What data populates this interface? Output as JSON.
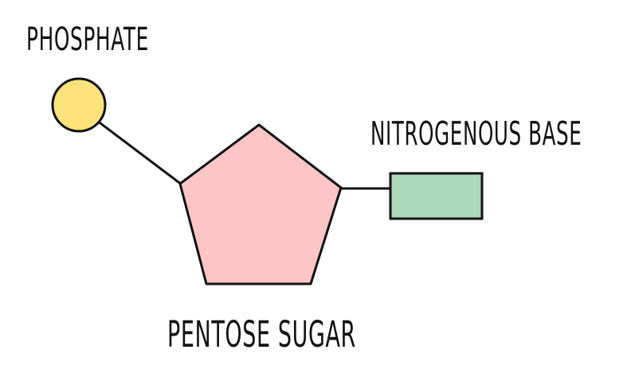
{
  "labels": {
    "phosphate": "PHOSPHATE",
    "nitrogenous_base": "NITROGENOUS BASE",
    "pentose_sugar": "PENTOSE SUGAR"
  },
  "colors": {
    "phosphate_fill": "#FBE27A",
    "sugar_fill": "#FDC5C5",
    "base_fill": "#ADD8BA",
    "stroke": "#111111",
    "background": "#FFFFFF"
  }
}
